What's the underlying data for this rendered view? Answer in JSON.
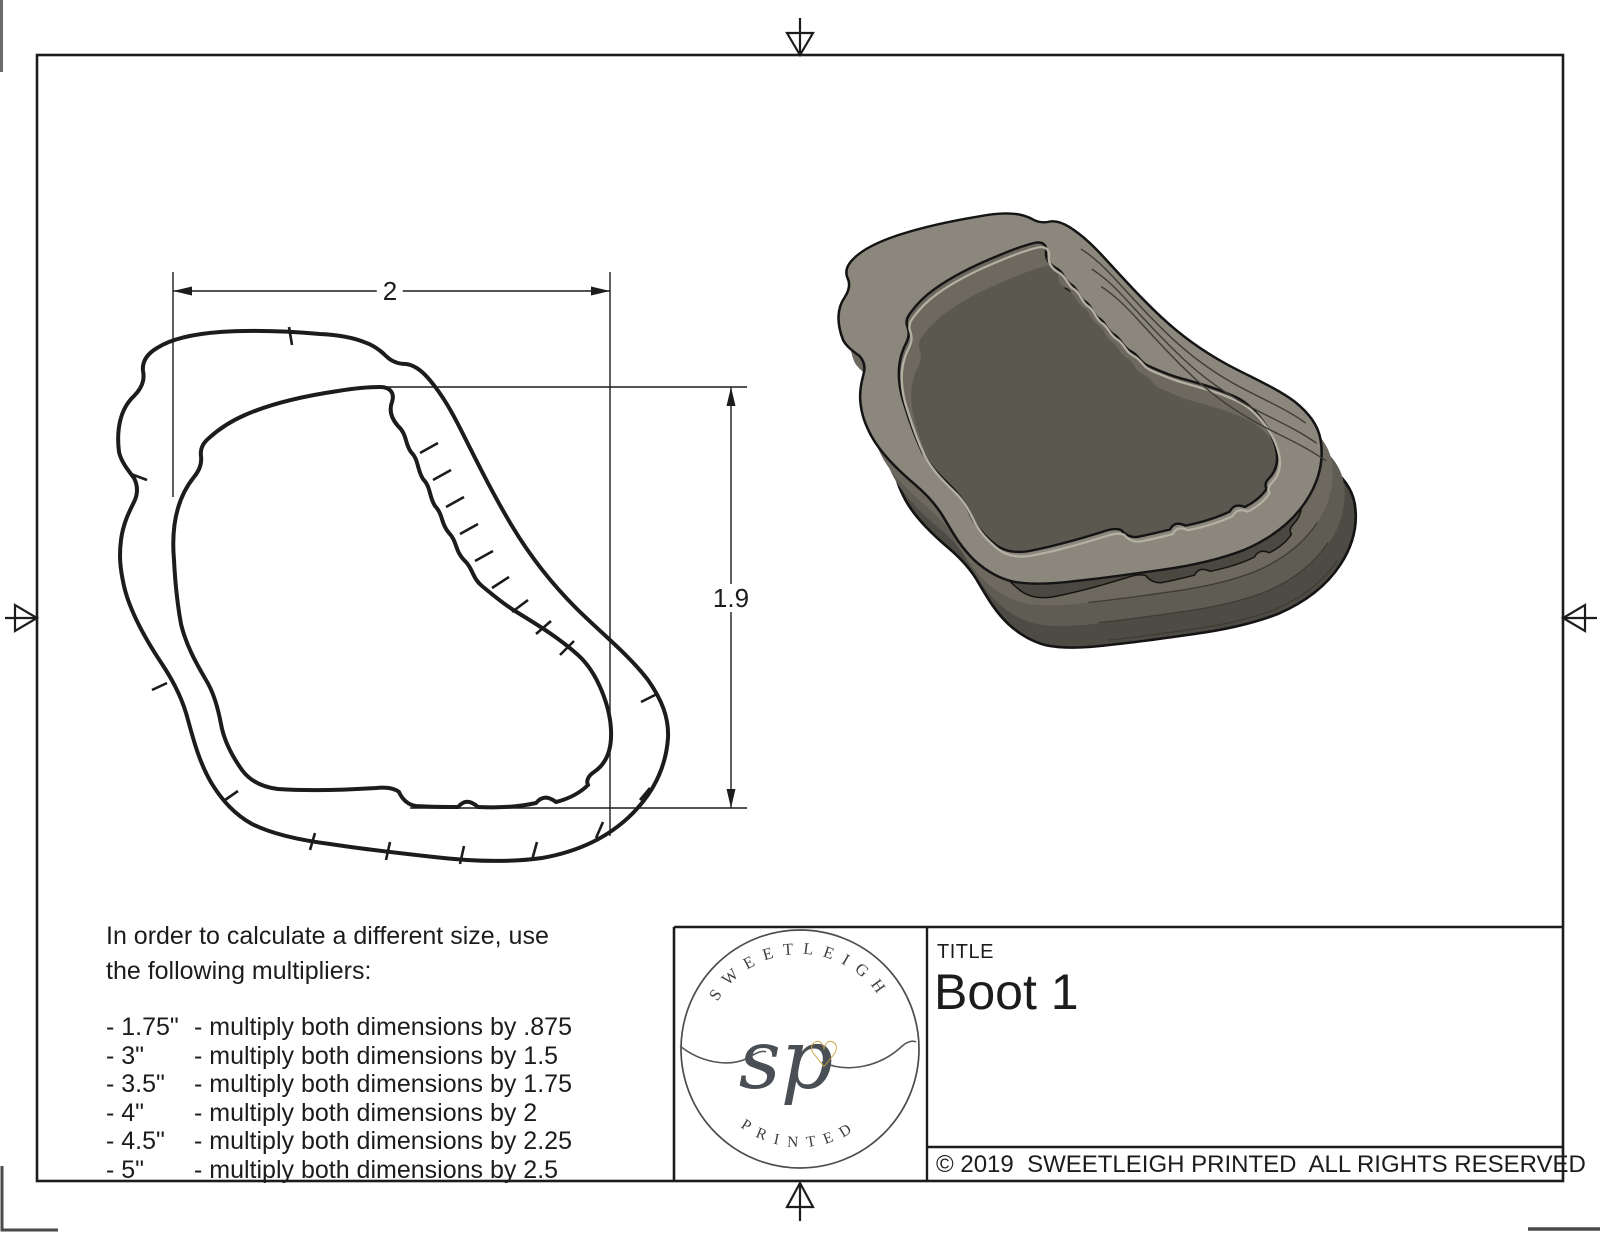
{
  "sheet": {
    "background": "#ffffff",
    "line_color": "#1c1c1c"
  },
  "dimensions": {
    "width": "2",
    "height": "1.9"
  },
  "notes": {
    "intro_line1": "In order to calculate a different size, use",
    "intro_line2": "the following multipliers:",
    "multipliers": [
      {
        "size": "- 1.75\"",
        "rule": "- multiply both dimensions by .875"
      },
      {
        "size": "- 3\"",
        "rule": "- multiply both dimensions by 1.5"
      },
      {
        "size": "- 3.5\"",
        "rule": "- multiply both dimensions by 1.75"
      },
      {
        "size": "- 4\"",
        "rule": "- multiply both dimensions by 2"
      },
      {
        "size": "- 4.5\"",
        "rule": "- multiply both dimensions by 2.25"
      },
      {
        "size": "- 5\"",
        "rule": "- multiply both dimensions by 2.5"
      }
    ]
  },
  "title_block": {
    "label": "TITLE",
    "title": "Boot 1",
    "copyright": "© 2019  SWEETLEIGH PRINTED  ALL RIGHTS RESERVED"
  },
  "logo": {
    "arc_top": "SWEETLEIGH",
    "arc_bottom": "PRINTED",
    "monogram": "sp",
    "heart": "♡",
    "heart_color": "#c9a23f",
    "ink_color": "#4b4f56"
  }
}
